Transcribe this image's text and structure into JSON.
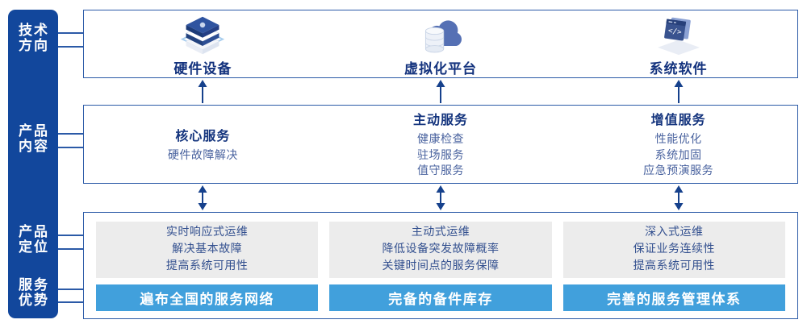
{
  "sidebar": {
    "items": [
      {
        "label": "技术\n方向"
      },
      {
        "label": "产品\n内容"
      },
      {
        "label": "产品\n定位"
      },
      {
        "label": "服务\n优势"
      }
    ]
  },
  "tech_row": {
    "columns": [
      {
        "icon": "server-stack-icon",
        "label": "硬件设备"
      },
      {
        "icon": "cloud-database-icon",
        "label": "虚拟化平台"
      },
      {
        "icon": "code-window-icon",
        "label": "系统软件"
      }
    ]
  },
  "content_row": {
    "columns": [
      {
        "title": "核心服务",
        "items": [
          "硬件故障解决"
        ]
      },
      {
        "title": "主动服务",
        "items": [
          "健康检查",
          "驻场服务",
          "值守服务"
        ]
      },
      {
        "title": "增值服务",
        "items": [
          "性能优化",
          "系统加固",
          "应急预演服务"
        ]
      }
    ]
  },
  "bottom_row": {
    "columns": [
      {
        "positioning": [
          "实时响应式运维",
          "解决基本故障",
          "提高系统可用性"
        ],
        "advantage": "遍布全国的服务网络"
      },
      {
        "positioning": [
          "主动式运维",
          "降低设备突发故障概率",
          "关键时间点的服务保障"
        ],
        "advantage": "完备的备件库存"
      },
      {
        "positioning": [
          "深入式运维",
          "保证业务连续性",
          "提高系统可用性"
        ],
        "advantage": "完善的服务管理体系"
      }
    ]
  },
  "colors": {
    "sidebar_blue": "#12479C",
    "panel_border_blue": "#2B5AA7",
    "title_navy": "#14337E",
    "item_blue": "#4A639F",
    "grey_box": "#ECECEC",
    "grey_box_text": "#33508F",
    "advantage_bar_blue": "#41A0DC",
    "arrow_navy": "#16418C"
  }
}
